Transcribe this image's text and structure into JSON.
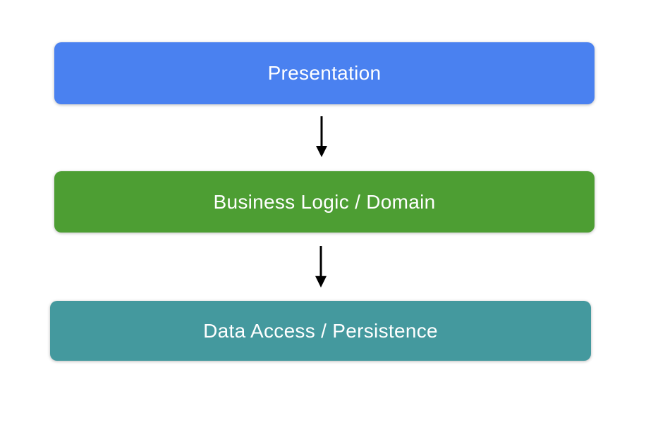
{
  "diagram": {
    "background_color": "#ffffff",
    "text_color": "#ffffff",
    "arrow_color": "#000000",
    "layers": [
      {
        "label": "Presentation",
        "color": "#4a81f0"
      },
      {
        "label": "Business Logic / Domain",
        "color": "#4d9e33"
      },
      {
        "label": "Data Access / Persistence",
        "color": "#44999e"
      }
    ],
    "connections": [
      {
        "from": "Presentation",
        "to": "Business Logic / Domain"
      },
      {
        "from": "Business Logic / Domain",
        "to": "Data Access / Persistence"
      }
    ]
  }
}
